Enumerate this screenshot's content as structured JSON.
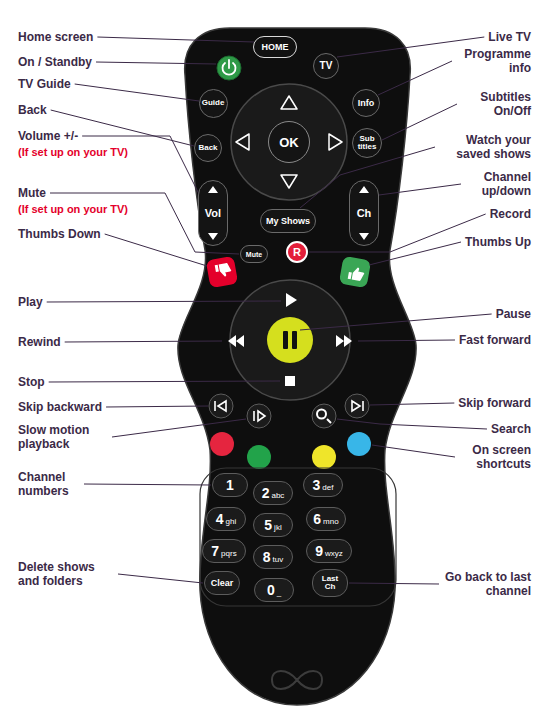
{
  "diagram": {
    "nodes": [
      {
        "text": [
          "HOME"
        ]
      },
      {
        "text": [
          "TV"
        ]
      },
      {
        "text": [
          "Guide"
        ]
      },
      {
        "text": [
          "Info"
        ]
      },
      {
        "text": [
          "Back"
        ]
      },
      {
        "text": [
          "OK"
        ]
      },
      {
        "text": [
          "Sub titles"
        ]
      },
      {
        "text": [
          "Vol"
        ]
      },
      {
        "text": [
          "My Shows"
        ]
      },
      {
        "text": [
          "Ch"
        ]
      },
      {
        "text": [
          "Mute"
        ]
      },
      {
        "text": [
          "R"
        ]
      },
      {
        "text": [
          "1"
        ]
      },
      {
        "text": [
          "2",
          "abc"
        ]
      },
      {
        "text": [
          "3",
          "def"
        ]
      },
      {
        "text": [
          "4",
          "ghi"
        ]
      },
      {
        "text": [
          "5",
          "jkl"
        ]
      },
      {
        "text": [
          "6",
          "mno"
        ]
      },
      {
        "text": [
          "7",
          "pqrs"
        ]
      },
      {
        "text": [
          "8",
          "tuv"
        ]
      },
      {
        "text": [
          "9",
          "wxyz"
        ]
      },
      {
        "text": [
          "Clear"
        ]
      },
      {
        "text": [
          "0",
          "_"
        ]
      },
      {
        "text": [
          "Last Ch"
        ]
      }
    ],
    "labels": [
      "Home screen",
      "On / Standby",
      "TV Guide",
      "Back",
      "Volume +/-",
      "(If set up on your TV)",
      "Mute",
      "(If set up on your TV)",
      "Thumbs Down",
      "Play",
      "Rewind",
      "Stop",
      "Skip backward",
      "Slow motion playback",
      "Channel numbers",
      "Delete shows and folders",
      "Live TV",
      "Programme info",
      "Subtitles On/Off",
      "Watch your saved shows",
      "Channel up/down",
      "Record",
      "Thumbs Up",
      "Pause",
      "Fast forward",
      "Skip forward",
      "Search",
      "On screen shortcuts",
      "Go back to last channel"
    ]
  }
}
